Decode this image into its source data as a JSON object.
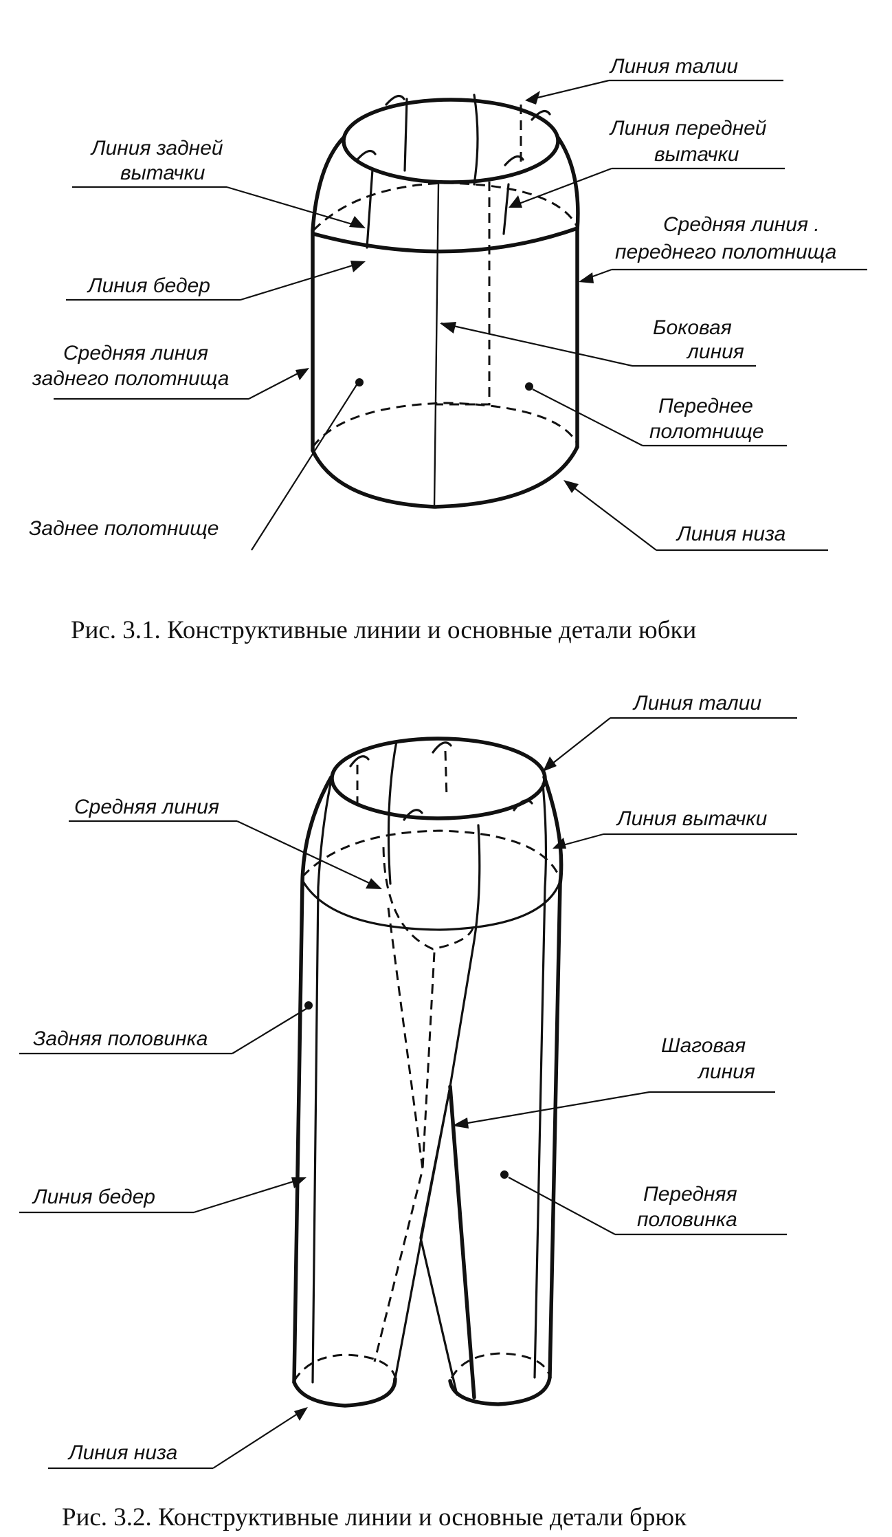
{
  "skirt": {
    "labels": {
      "waist_line": "Линия талии",
      "front_dart_line": [
        "Линия передней",
        "вытачки"
      ],
      "back_dart_line": [
        "Линия задней",
        "вытачки"
      ],
      "front_center_line": [
        "Средняя линия .",
        "переднего полотнища"
      ],
      "hip_line": "Линия бедер",
      "side_line": [
        "Боковая",
        "линия"
      ],
      "back_center_line": [
        "Средняя линия",
        "заднего полотнища"
      ],
      "front_panel": [
        "Переднее",
        "полотнище"
      ],
      "back_panel": "Заднее полотнище",
      "hem_line": "Линия низа"
    },
    "caption": "Рис. 3.1. Конструктивные линии и основные детали юбки"
  },
  "trousers": {
    "labels": {
      "waist_line": "Линия талии",
      "dart_line": "Линия вытачки",
      "center_line": "Средняя линия",
      "back_half": "Задняя половинка",
      "inseam_line": [
        "Шаговая",
        "линия"
      ],
      "hip_line": "Линия бедер",
      "front_half": [
        "Передняя",
        "половинка"
      ],
      "hem_line": "Линия низа"
    },
    "caption": "Рис. 3.2. Конструктивные линии и основные детали брюк"
  },
  "colors": {
    "ink": "#111111",
    "background": "#ffffff"
  }
}
